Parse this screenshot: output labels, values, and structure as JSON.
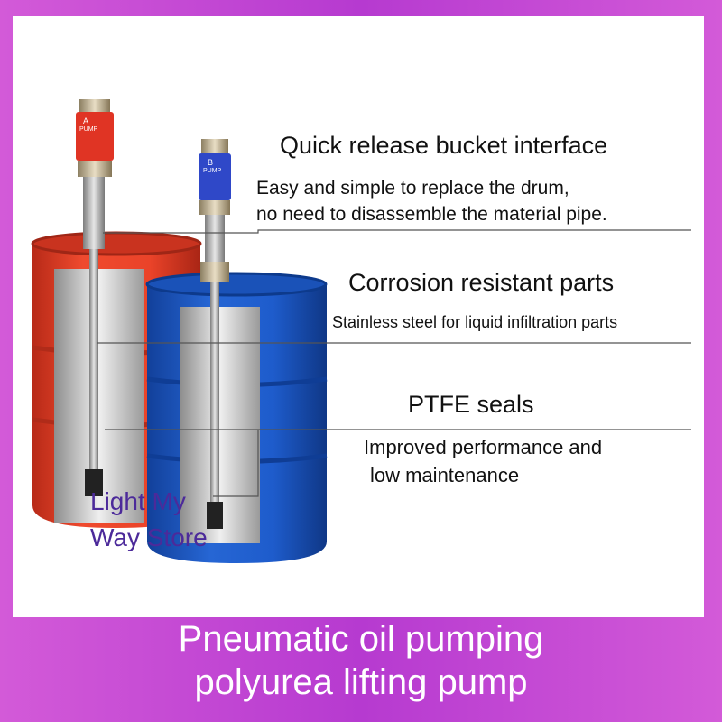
{
  "features": [
    {
      "title": "Quick release bucket interface",
      "lines": [
        "Easy and simple to replace the drum,",
        "no need to disassemble the material pipe."
      ]
    },
    {
      "title": "Corrosion resistant parts",
      "lines": [
        "Stainless steel for liquid infiltration parts"
      ]
    },
    {
      "title": "PTFE seals",
      "lines": [
        "Improved performance and",
        "low maintenance"
      ]
    }
  ],
  "watermark": {
    "line1": "Light My",
    "line2": "Way Store"
  },
  "pumps": [
    {
      "letter": "A",
      "word": "PUMP",
      "label_color": "#e03424"
    },
    {
      "letter": "B",
      "word": "PUMP",
      "label_color": "#2f48c8"
    }
  ],
  "drums": {
    "red": "#e8432a",
    "blue": "#1d5bc8"
  },
  "footer": {
    "line1": "Pneumatic oil pumping",
    "line2": "polyurea lifting pump"
  },
  "colors": {
    "frame": "#c44ad5"
  }
}
